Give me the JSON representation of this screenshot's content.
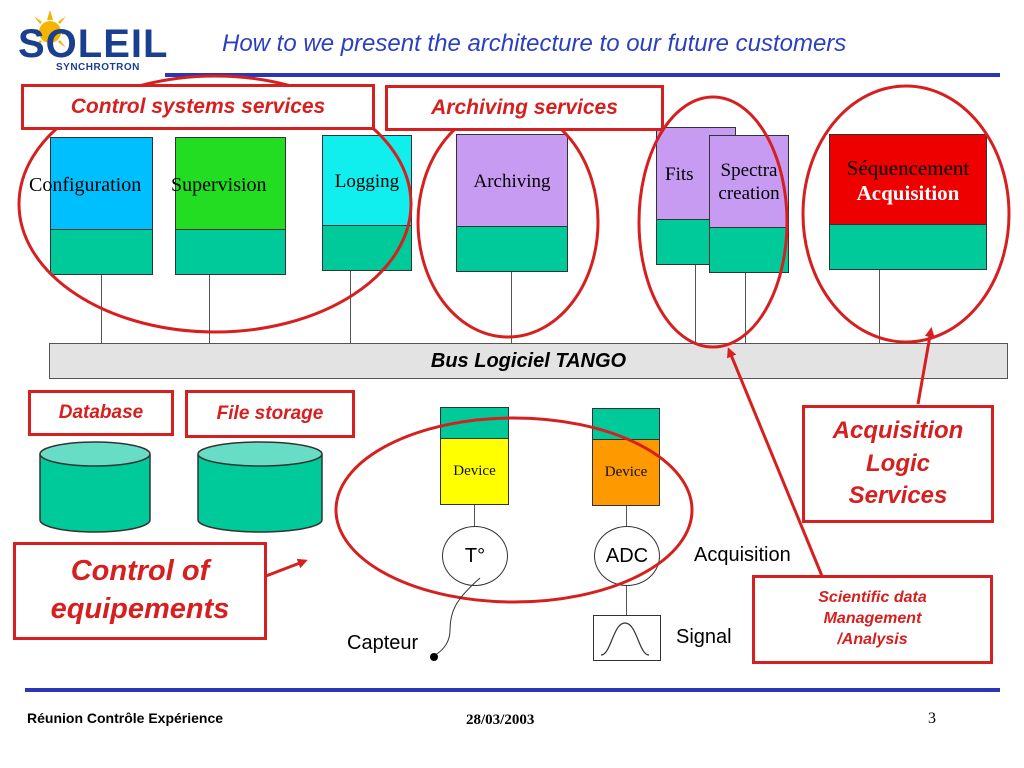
{
  "header": {
    "logo_word": "SOLEIL",
    "logo_sub": "SYNCHROTRON",
    "title": "How to we present the architecture to our future customers"
  },
  "labels": {
    "control_systems": "Control systems services",
    "archiving_services": "Archiving services",
    "database": "Database",
    "file_storage": "File storage",
    "control_equip_line1": "Control of",
    "control_equip_line2": "equipements",
    "acq_logic_line1": "Acquisition",
    "acq_logic_line2": "Logic",
    "acq_logic_line3": "Services",
    "sci_line1": "Scientific data",
    "sci_line2": "Management",
    "sci_line3": "/Analysis"
  },
  "services": {
    "configuration": "Configuration",
    "supervision": "Supervision",
    "logging": "Logging",
    "archiving": "Archiving",
    "fits": "Fits",
    "spectra_line1": "Spectra",
    "spectra_line2": "creation",
    "sequencement": "Séquencement",
    "acquisition": "Acquisition"
  },
  "bus": "Bus Logiciel TANGO",
  "devices": {
    "device1": "Device",
    "device2": "Device",
    "t_sensor": "T°",
    "adc": "ADC",
    "acquisition": "Acquisition",
    "signal": "Signal",
    "capteur": "Capteur"
  },
  "footer": {
    "left": "Réunion Contrôle Expérience",
    "center": "28/03/2003",
    "right": "3"
  },
  "colors": {
    "red": "#d62020",
    "rule_blue": "#2b35b8",
    "title_blue": "#2b3fc4",
    "teal": "#00c99a",
    "config_blue": "#00bfff",
    "supervision_green": "#22dd22",
    "logging_cyan": "#11eeee",
    "archiving_purple": "#c79bf2",
    "sequence_red": "#ee0000",
    "device_yellow": "#ffff00",
    "device_orange": "#ff9900"
  }
}
